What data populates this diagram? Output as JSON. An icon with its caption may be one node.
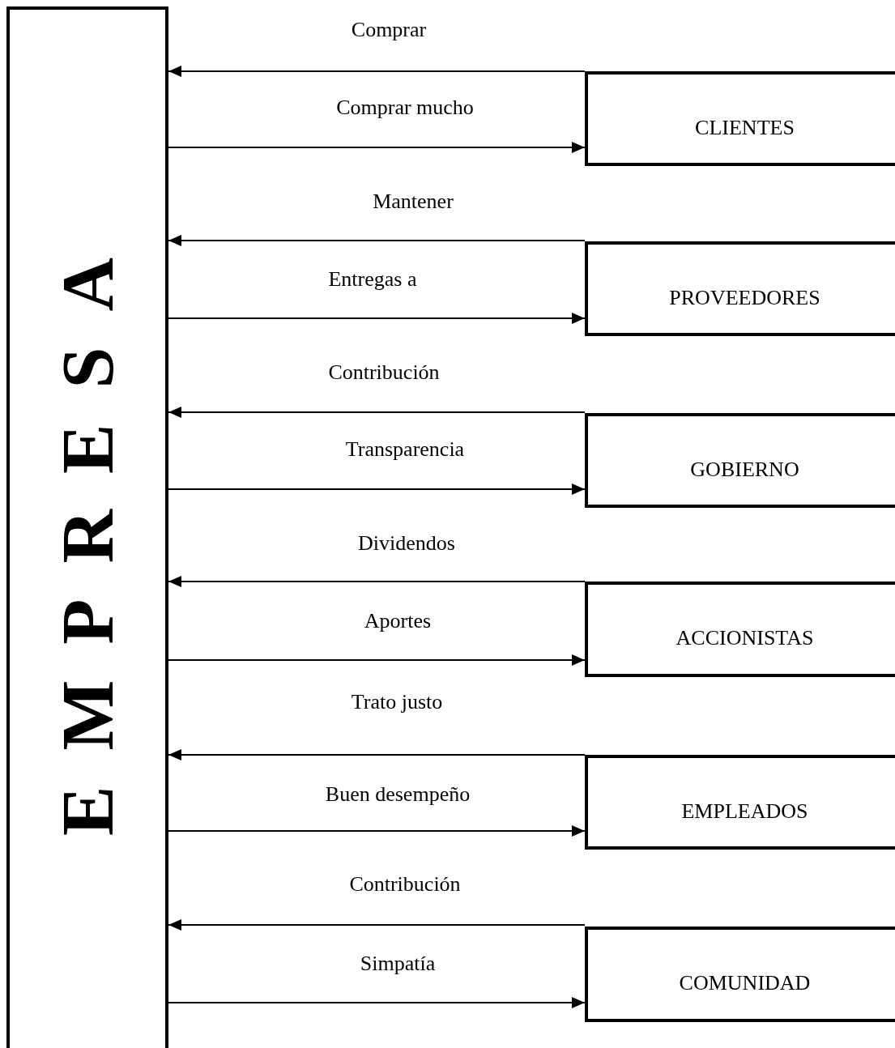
{
  "diagram": {
    "nodes": [
      {
        "text": [
          "EMPRESA"
        ]
      },
      {
        "text": [
          "CLIENTES"
        ]
      },
      {
        "text": [
          "PROVEEDORES"
        ]
      },
      {
        "text": [
          "GOBIERNO"
        ]
      },
      {
        "text": [
          "ACCIONISTAS"
        ]
      },
      {
        "text": [
          "EMPLEADOS"
        ]
      },
      {
        "text": [
          "COMUNIDAD"
        ]
      }
    ],
    "edges": [
      {
        "from": 1,
        "to": 0,
        "arrow": "to",
        "label": "Comprar"
      },
      {
        "from": 0,
        "to": 1,
        "arrow": "to",
        "label": "Comprar mucho"
      },
      {
        "from": 2,
        "to": 0,
        "arrow": "to",
        "label": "Mantener"
      },
      {
        "from": 0,
        "to": 2,
        "arrow": "to",
        "label": "Entregas a"
      },
      {
        "from": 3,
        "to": 0,
        "arrow": "to",
        "label": "Contribución"
      },
      {
        "from": 0,
        "to": 3,
        "arrow": "to",
        "label": "Transparencia"
      },
      {
        "from": 4,
        "to": 0,
        "arrow": "to",
        "label": "Dividendos"
      },
      {
        "from": 0,
        "to": 4,
        "arrow": "to",
        "label": "Aportes"
      },
      {
        "from": 5,
        "to": 0,
        "arrow": "to",
        "label": "Trato justo"
      },
      {
        "from": 0,
        "to": 5,
        "arrow": "to",
        "label": "Buen desempeño"
      },
      {
        "from": 6,
        "to": 0,
        "arrow": "to",
        "label": "Contribución"
      },
      {
        "from": 0,
        "to": 6,
        "arrow": "to",
        "label": "Simpatía"
      }
    ]
  }
}
